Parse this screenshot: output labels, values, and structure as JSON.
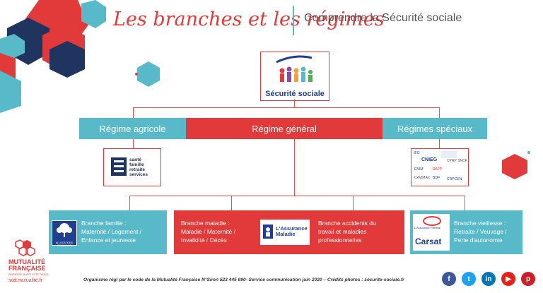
{
  "header": {
    "script_title": "Les branches et les régimes",
    "subtitle": "Comprendre la Sécurité sociale"
  },
  "top_logo": {
    "label": "Sécurité sociale"
  },
  "regimes": {
    "agricole": "Régime agricole",
    "general": "Régime général",
    "speciaux": "Régimes spéciaux"
  },
  "msa_logo": {
    "lines": [
      "santé",
      "famille",
      "retraite",
      "services"
    ]
  },
  "speciaux_logos": [
    "CNIEG",
    "CPRP SNCF",
    "ENIM",
    "RATP",
    "CRPCEN",
    "CAVIMAC",
    "BDF",
    "IEG"
  ],
  "branches": {
    "famille": {
      "title": "Branche famille :",
      "line1": "Maternité / Logement /",
      "line2": "Enfance et jeunesse",
      "logo": "ALLOCATIONS FAMILIALES"
    },
    "maladie": {
      "title": "Branche maladie :",
      "line1": "Maladie / Maternité /",
      "line2": "Invalidité / Décès",
      "logo_line1": "L'Assurance",
      "logo_line2": "Maladie"
    },
    "accidents": {
      "line1": "Branche accidents du",
      "line2": "travail et maladies",
      "line3": "professionnelles"
    },
    "vieillesse": {
      "title": "Branche vieillesse :",
      "line1": "Retraite / Veuvage /",
      "line2": "Perte d'autonomie",
      "logo_top": "L'Assurance Retraite",
      "logo_bottom": "Carsat"
    }
  },
  "footer": {
    "brand_line1": "MUTUALITÉ",
    "brand_line2": "FRANÇAISE",
    "brand_line3": "PROVENCE-ALPES-CÔTE D'AZUR",
    "website": "sud.mutualite.fr",
    "legal": "Organisme régi par le code de la Mutualité Française N°Siren 523 445 690- Service communication juin 2020 – Crédits photos : securite-sociale.fr"
  },
  "social": [
    "f",
    "t",
    "in",
    "▶",
    "p"
  ],
  "colors": {
    "red": "#e23a3a",
    "teal": "#58b9c8",
    "navy": "#1f3f8f"
  }
}
